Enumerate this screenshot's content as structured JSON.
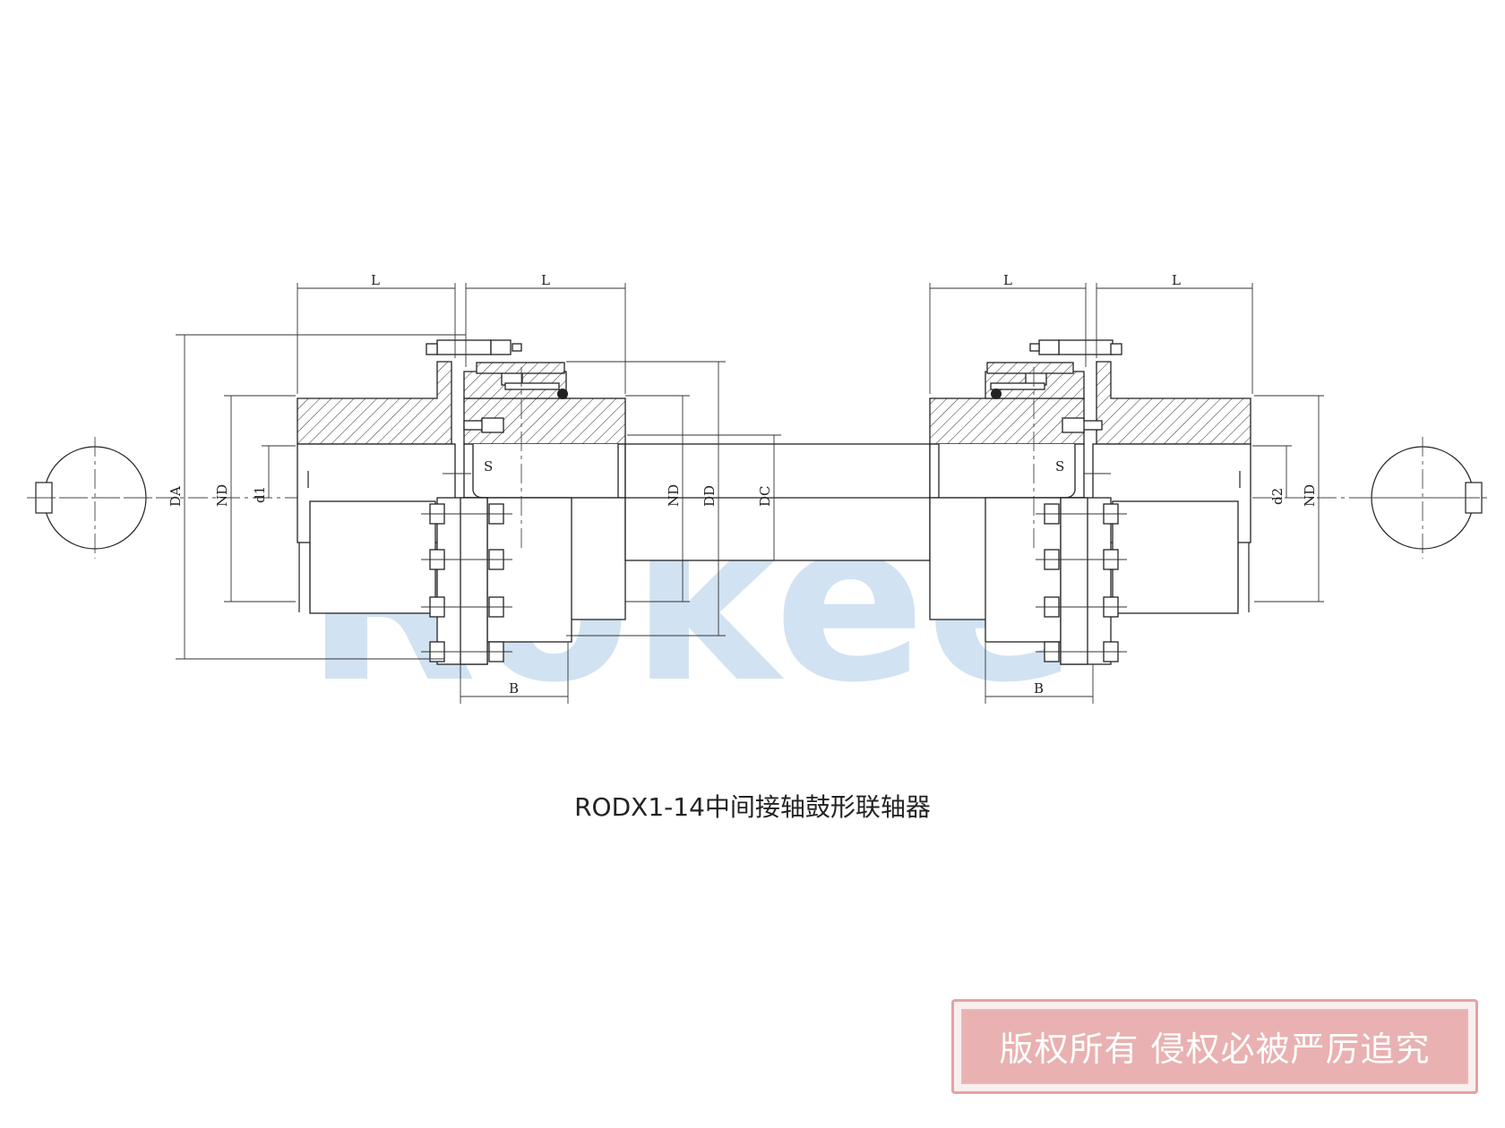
{
  "watermark": {
    "brand": "Rokee",
    "registered_mark": "®",
    "color": "#c9def0"
  },
  "caption": "RODX1-14中间接轴鼓形联轴器",
  "stamp": {
    "text": "版权所有 侵权必被严厉追究",
    "color": "#e9b1b1"
  },
  "dimensions": {
    "L": "L",
    "S": "S",
    "B": "B",
    "DA": "DA",
    "ND": "ND",
    "DD": "DD",
    "DC": "DC",
    "d1": "d1",
    "d2": "d2"
  }
}
